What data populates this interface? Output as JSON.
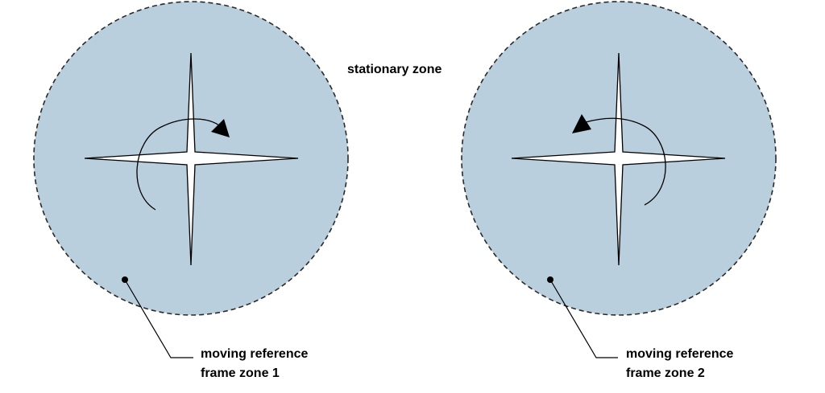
{
  "labels": {
    "stationary_zone": "stationary zone",
    "zone1_line1": "moving reference",
    "zone1_line2": "frame zone 1",
    "zone2_line1": "moving reference",
    "zone2_line2": "frame zone 2"
  },
  "colors": {
    "zone_fill": "#bacfdd",
    "outline": "#2a2a2a",
    "blade_fill": "#ffffff"
  },
  "zones": [
    {
      "rotation": "clockwise"
    },
    {
      "rotation": "counterclockwise"
    }
  ]
}
